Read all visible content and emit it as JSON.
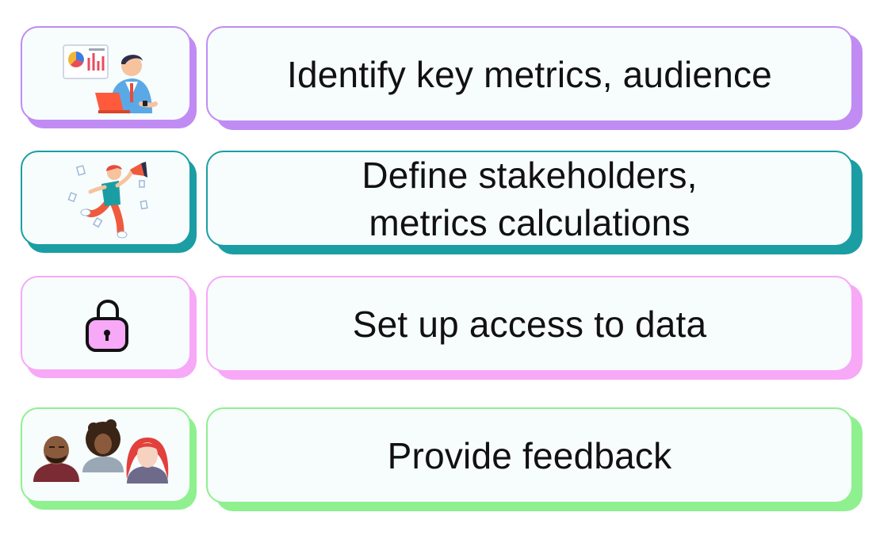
{
  "steps": [
    {
      "text": "Identify key metrics, audience",
      "icon": "analyst-presentation-icon",
      "color": "#c08cf3"
    },
    {
      "text_lines": [
        "Define stakeholders,",
        "metrics calculations"
      ],
      "icon": "megaphone-person-icon",
      "color": "#1b9ea3"
    },
    {
      "text": "Set up access to data",
      "icon": "padlock-icon",
      "color": "#f7a8f7"
    },
    {
      "text": "Provide feedback",
      "icon": "people-group-icon",
      "color": "#8ff08f"
    }
  ]
}
